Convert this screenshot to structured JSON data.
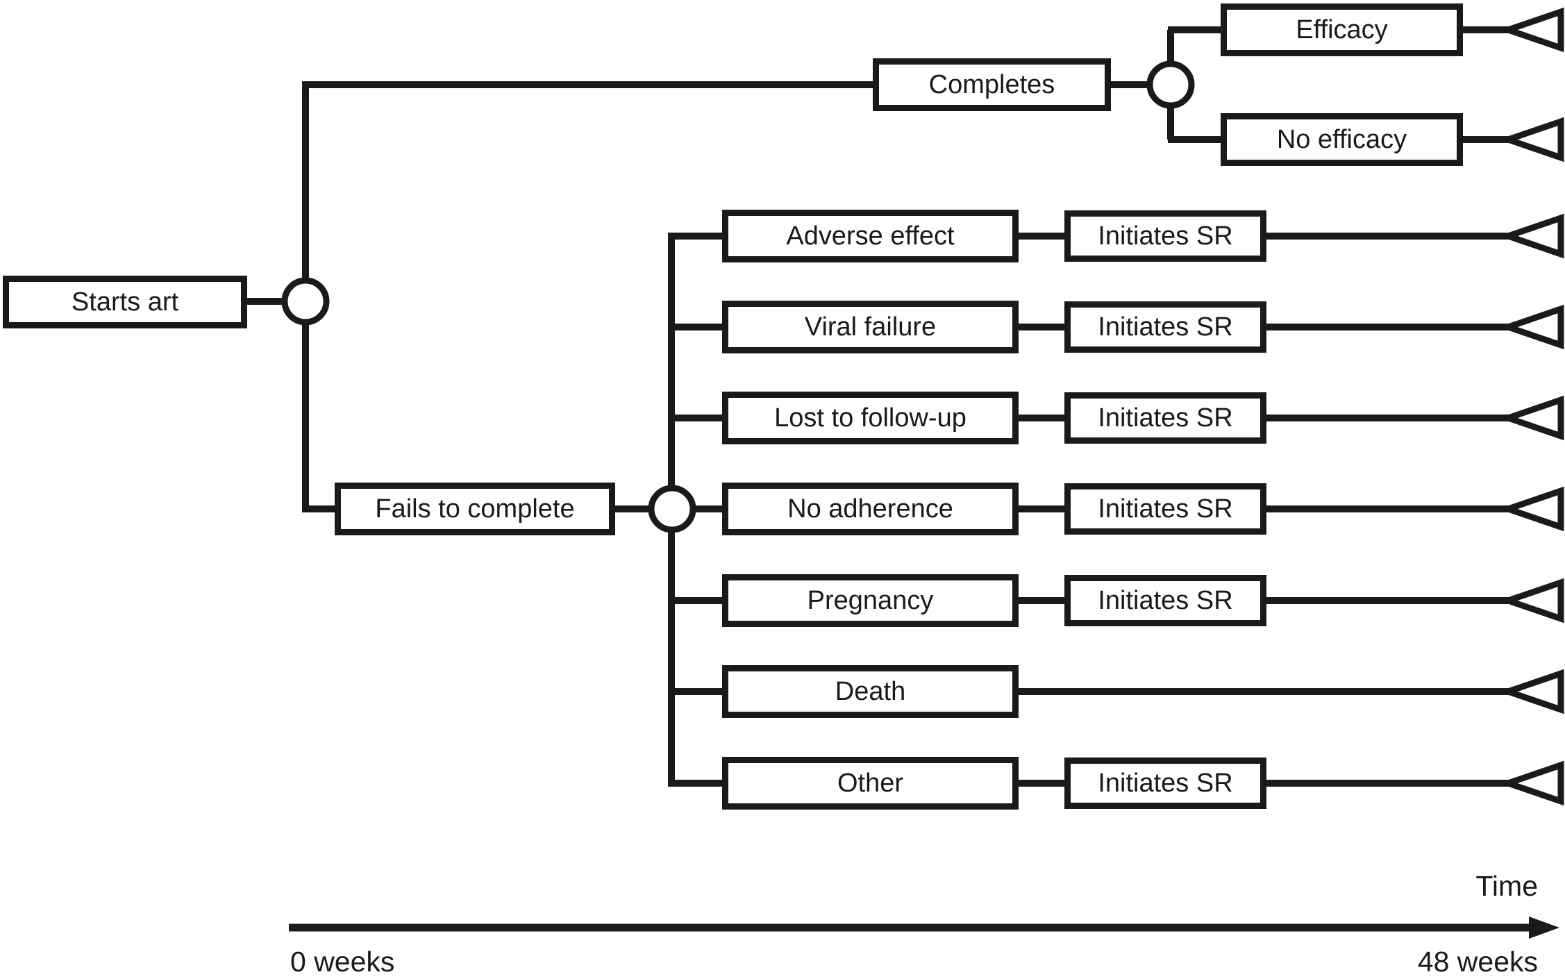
{
  "figure": {
    "kind": "decision-tree",
    "colors": {
      "ink": "#1a1a1a",
      "paper": "#ffffff"
    },
    "root": {
      "label": "Starts art"
    },
    "completes_branch": {
      "label": "Completes",
      "outcomes": [
        {
          "label": "Efficacy"
        },
        {
          "label": "No efficacy"
        }
      ]
    },
    "fails_branch": {
      "label": "Fails to complete",
      "reasons": [
        {
          "label": "Adverse effect",
          "initiates": "Initiates SR"
        },
        {
          "label": "Viral failure",
          "initiates": "Initiates SR"
        },
        {
          "label": "Lost to follow-up",
          "initiates": "Initiates SR"
        },
        {
          "label": "No adherence",
          "initiates": "Initiates SR"
        },
        {
          "label": "Pregnancy",
          "initiates": "Initiates SR"
        },
        {
          "label": "Death"
        },
        {
          "label": "Other",
          "initiates": "Initiates SR"
        }
      ]
    },
    "timeline": {
      "label": "Time",
      "start_label": "0 weeks",
      "end_label": "48 weeks"
    }
  }
}
